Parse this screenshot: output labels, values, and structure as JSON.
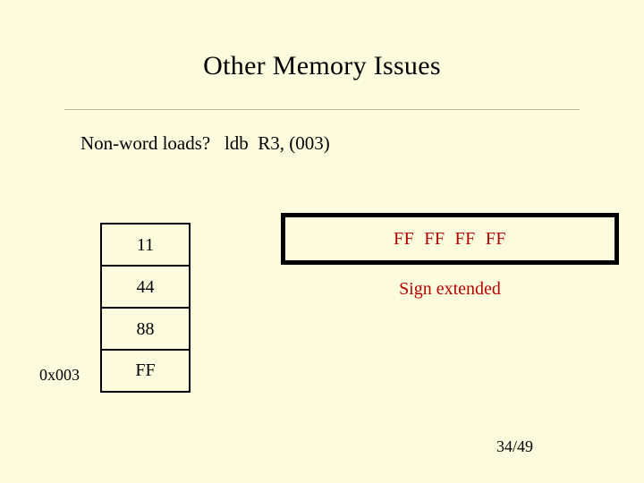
{
  "slide": {
    "title": "Other Memory Issues",
    "subtitle": "Non-word loads?   ldb  R3, (003)",
    "memory": {
      "cells": [
        "11",
        "44",
        "88",
        "FF"
      ],
      "address_label": "0x003"
    },
    "register": {
      "value": "FF  FF  FF  FF",
      "note": "Sign extended"
    },
    "page_number": "34/49",
    "colors": {
      "background": "#fdfbdd",
      "text": "#000000",
      "accent": "#b60000",
      "rule": "#b9b9a0"
    }
  }
}
